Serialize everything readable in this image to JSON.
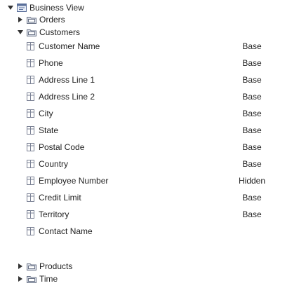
{
  "tree": {
    "root": {
      "label": "Business View",
      "icon": "business-view-icon",
      "expanded": true
    },
    "folders": [
      {
        "label": "Orders",
        "icon": "folder-icon",
        "expanded": false
      },
      {
        "label": "Customers",
        "icon": "folder-icon",
        "expanded": true,
        "fields": [
          {
            "label": "Customer Name",
            "visibility": "Base"
          },
          {
            "label": "Phone",
            "visibility": "Base"
          },
          {
            "label": "Address Line 1",
            "visibility": "Base"
          },
          {
            "label": "Address Line 2",
            "visibility": "Base"
          },
          {
            "label": "City",
            "visibility": "Base"
          },
          {
            "label": "State",
            "visibility": "Base"
          },
          {
            "label": "Postal Code",
            "visibility": "Base"
          },
          {
            "label": "Country",
            "visibility": "Base"
          },
          {
            "label": "Employee Number",
            "visibility": "Hidden"
          },
          {
            "label": "Credit Limit",
            "visibility": "Base"
          },
          {
            "label": "Territory",
            "visibility": "Base"
          },
          {
            "label": "Contact Name",
            "visibility": ""
          }
        ]
      },
      {
        "label": "Products",
        "icon": "folder-icon",
        "expanded": false
      },
      {
        "label": "Time",
        "icon": "folder-icon",
        "expanded": false
      }
    ]
  }
}
